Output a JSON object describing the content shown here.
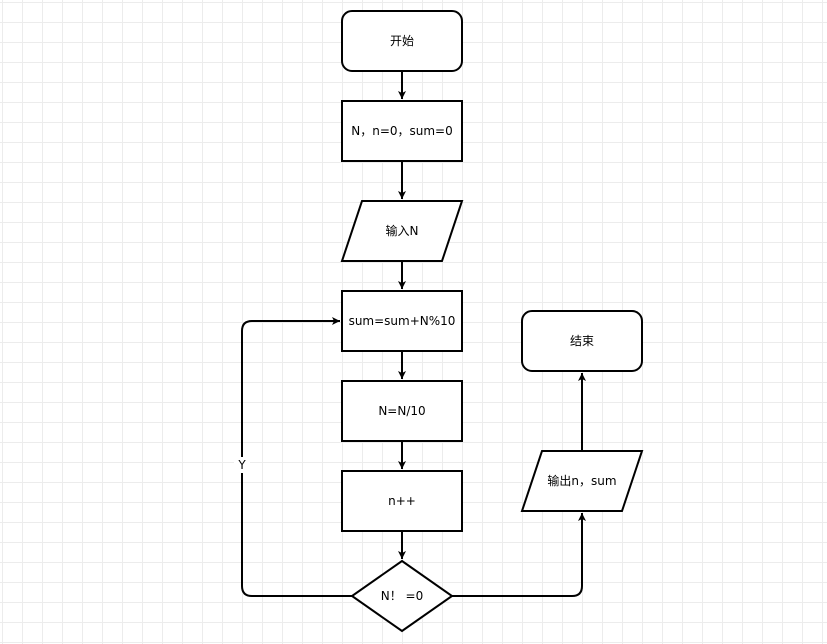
{
  "diagram": {
    "nodes": {
      "start": "开始",
      "init": "N，n=0，sum=0",
      "input": "输入N",
      "accumulate": "sum=sum+N%10",
      "divide": "N=N/10",
      "increment": "n++",
      "condition": "N！ =0",
      "output": "输出n，sum",
      "end": "结束"
    },
    "edge_labels": {
      "loop_yes": "Y"
    }
  }
}
